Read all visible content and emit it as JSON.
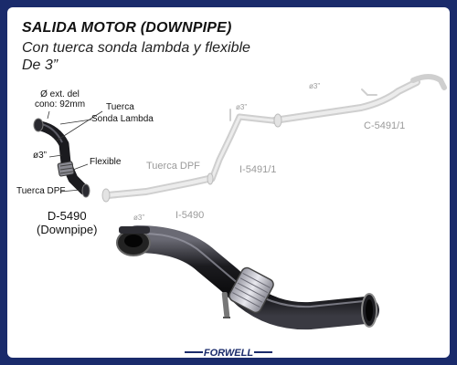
{
  "title": "SALIDA MOTOR (DOWNPIPE)",
  "subtitle_line1": "Con tuerca sonda lambda y flexible",
  "subtitle_line2": "De 3”",
  "callouts": {
    "diameter_line1": "Ø ext. del",
    "diameter_line2": "cono: 92mm",
    "tuerca": "Tuerca",
    "sonda": "Sonda Lambda",
    "o3": "ø3”",
    "flexible": "Flexible",
    "tuerca_dpf": "Tuerca DPF"
  },
  "product_code": "D-5490",
  "product_name": "(Downpipe)",
  "system_labels": {
    "c5491": "C-5491/1",
    "i5491": "I-5491/1",
    "i5490": "I-5490",
    "tuerca_dpf_ghost": "Tuerca DPF",
    "o3_a": "ø3”",
    "o3_b": "ø3”",
    "o3_c": "ø3”"
  },
  "brand": "FORWELL",
  "colors": {
    "frame": "#1a2b6b",
    "ghost": "#9a9a9a",
    "pipe": "#1b1b1f"
  }
}
